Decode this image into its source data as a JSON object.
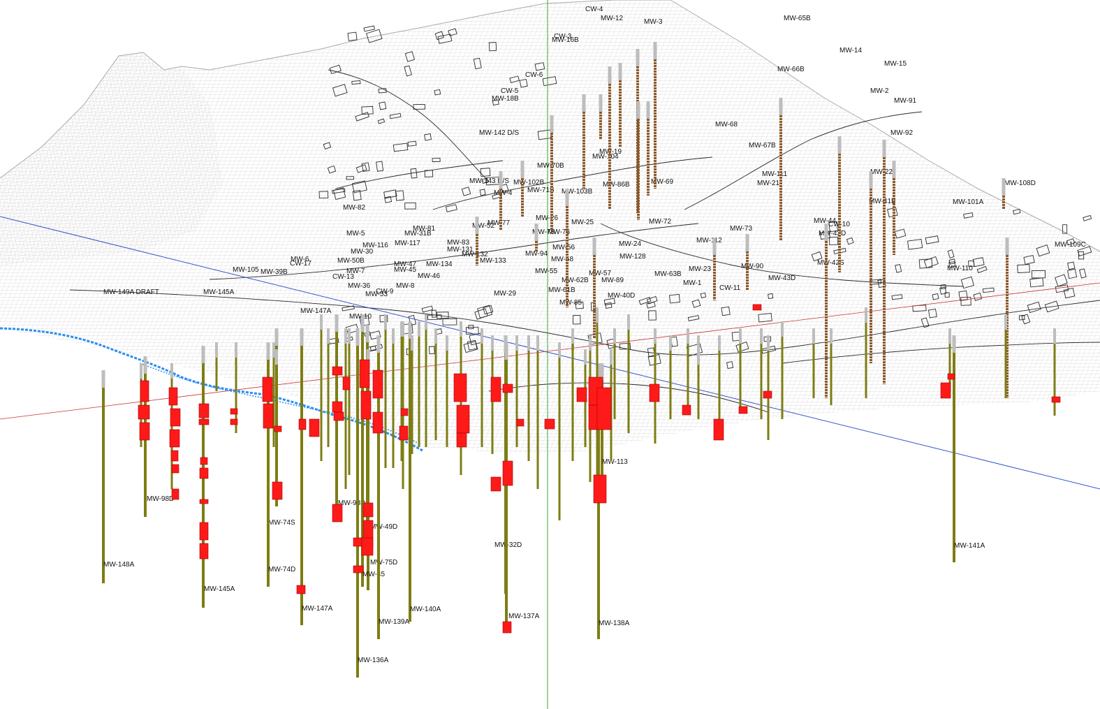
{
  "colors": {
    "mesh": "#c8c8c8",
    "mesh_dark": "#555555",
    "buildings": "#222222",
    "well_surface_cap": "#bdbdbd",
    "well_upper": "#8b5a2b",
    "well_lower": "#7d7d14",
    "contamination": "#ff1a1a",
    "river": "#2a8df0",
    "axis_blue": "#3355cc",
    "axis_red": "#cc3333",
    "axis_green": "#33aa33"
  },
  "wells_deep": [
    {
      "label": "MW-148A"
    },
    {
      "label": "MW-98D"
    },
    {
      "label": "MW-145A"
    },
    {
      "label": "MW-74S"
    },
    {
      "label": "MW-74D"
    },
    {
      "label": "MW-147A"
    },
    {
      "label": "MW-93D"
    },
    {
      "label": "MW-49D"
    },
    {
      "label": "MW-75D"
    },
    {
      "label": "MW-45"
    },
    {
      "label": "MW-139A"
    },
    {
      "label": "MW-136A"
    },
    {
      "label": "MW-140A"
    },
    {
      "label": "MW-32D"
    },
    {
      "label": "MW-137A"
    },
    {
      "label": "MW-113"
    },
    {
      "label": "MW-138A"
    },
    {
      "label": "MW-141A"
    }
  ],
  "wells_upland": [
    {
      "label": "CW-4"
    },
    {
      "label": "MW-12"
    },
    {
      "label": "MW-3"
    },
    {
      "label": "MW-65B"
    },
    {
      "label": "CW-3"
    },
    {
      "label": "MW-16B"
    },
    {
      "label": "MW-14"
    },
    {
      "label": "MW-15"
    },
    {
      "label": "MW-66B"
    },
    {
      "label": "CW-6"
    },
    {
      "label": "MW-2"
    },
    {
      "label": "CW-5"
    },
    {
      "label": "MW-18B"
    },
    {
      "label": "MW-91"
    },
    {
      "label": "MW-68"
    },
    {
      "label": "MW-142 D/S"
    },
    {
      "label": "MW-92"
    },
    {
      "label": "MW-67B"
    },
    {
      "label": "MW-19"
    },
    {
      "label": "MW-104"
    },
    {
      "label": "MW-70B"
    },
    {
      "label": "MW-111"
    },
    {
      "label": "MW-22"
    },
    {
      "label": "MW-21"
    },
    {
      "label": "MW-143 D/S"
    },
    {
      "label": "MW-102B"
    },
    {
      "label": "MW-71B"
    },
    {
      "label": "MW-103B"
    },
    {
      "label": "MW-86B"
    },
    {
      "label": "MW-69"
    },
    {
      "label": "MW-108D"
    },
    {
      "label": "MW-4"
    },
    {
      "label": "MW-41B"
    },
    {
      "label": "MW-101A"
    },
    {
      "label": "MW-82"
    },
    {
      "label": "MW-26"
    },
    {
      "label": "MW-77"
    },
    {
      "label": "MW-52"
    },
    {
      "label": "MW-25"
    },
    {
      "label": "MW-72"
    },
    {
      "label": "MW-44"
    },
    {
      "label": "CW-10"
    },
    {
      "label": "MW-73"
    },
    {
      "label": "MW-42D"
    },
    {
      "label": "MW-5"
    },
    {
      "label": "MW-81"
    },
    {
      "label": "MW-31B"
    },
    {
      "label": "MW-112"
    },
    {
      "label": "MW-116"
    },
    {
      "label": "MW-117"
    },
    {
      "label": "MW-83"
    },
    {
      "label": "MW-76"
    },
    {
      "label": "MW-24"
    },
    {
      "label": "MW-109C"
    },
    {
      "label": "MW-131"
    },
    {
      "label": "MW-56"
    },
    {
      "label": "MW-30"
    },
    {
      "label": "MW-132"
    },
    {
      "label": "MW-128"
    },
    {
      "label": "MW-42S"
    },
    {
      "label": "MW-94"
    },
    {
      "label": "MW-90"
    },
    {
      "label": "MW-50B"
    },
    {
      "label": "MW-133"
    },
    {
      "label": "MW-58"
    },
    {
      "label": "MW-6"
    },
    {
      "label": "CW-17"
    },
    {
      "label": "MW-47"
    },
    {
      "label": "MW-134"
    },
    {
      "label": "MW-110"
    },
    {
      "label": "MW-78"
    },
    {
      "label": "MW-105"
    },
    {
      "label": "MW-39B"
    },
    {
      "label": "MW-45"
    },
    {
      "label": "MW-55"
    },
    {
      "label": "MW-57"
    },
    {
      "label": "MW-63B"
    },
    {
      "label": "MW-23"
    },
    {
      "label": "MW-7"
    },
    {
      "label": "MW-46"
    },
    {
      "label": "MW-62B"
    },
    {
      "label": "MW-89"
    },
    {
      "label": "MW-43D"
    },
    {
      "label": "CW-13"
    },
    {
      "label": "MW-1"
    },
    {
      "label": "MW-8"
    },
    {
      "label": "MW-61B"
    },
    {
      "label": "CW-11"
    },
    {
      "label": "MW-145A"
    },
    {
      "label": "MW-149A DRAFT"
    },
    {
      "label": "MW-29"
    },
    {
      "label": "MW-40D"
    },
    {
      "label": "MW-85"
    },
    {
      "label": "MW-147A"
    },
    {
      "label": "MW-36"
    },
    {
      "label": "CW-9"
    },
    {
      "label": "MW-53"
    },
    {
      "label": "MW-10"
    }
  ]
}
